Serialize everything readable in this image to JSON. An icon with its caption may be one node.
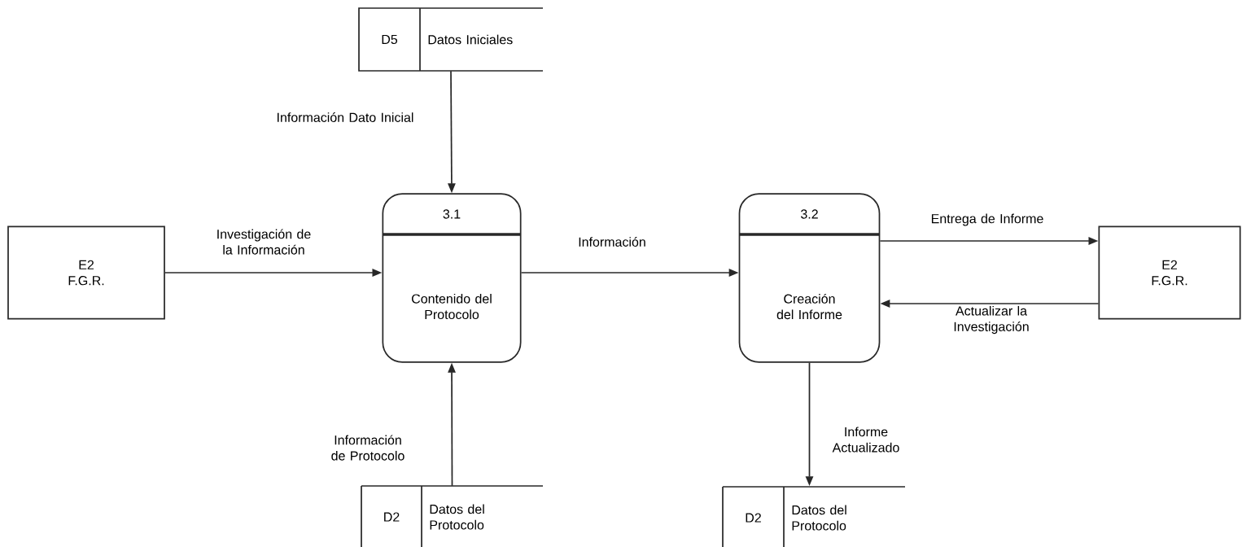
{
  "diagram": {
    "nodes": [
      {
        "text": [
          "D5",
          "Datos Iniciales"
        ]
      },
      {
        "text": [
          "E2 F.G.R."
        ]
      },
      {
        "text": [
          "3.1",
          "Contenido del Protocolo"
        ]
      },
      {
        "text": [
          "3.2",
          "Creación del Informe"
        ]
      },
      {
        "text": [
          "E2 F.G.R."
        ]
      },
      {
        "text": [
          "D2",
          "Datos del Protocolo"
        ]
      },
      {
        "text": [
          "D2",
          "Datos del Protocolo"
        ]
      }
    ],
    "edges": [
      {
        "from": 0,
        "to": 2,
        "arrow": "to",
        "label": "Información Dato Inicial"
      },
      {
        "from": 1,
        "to": 2,
        "arrow": "to",
        "label": "Investigación de la Información"
      },
      {
        "from": 5,
        "to": 2,
        "arrow": "to",
        "label": "Información de Protocolo"
      },
      {
        "from": 2,
        "to": 3,
        "arrow": "to",
        "label": "Información"
      },
      {
        "from": 3,
        "to": 4,
        "arrow": "to",
        "label": "Entrega de Informe"
      },
      {
        "from": 4,
        "to": 3,
        "arrow": "to",
        "label": "Actualizar la Investigación"
      },
      {
        "from": 3,
        "to": 6,
        "arrow": "to",
        "label": "Informe Actualizado"
      }
    ]
  }
}
